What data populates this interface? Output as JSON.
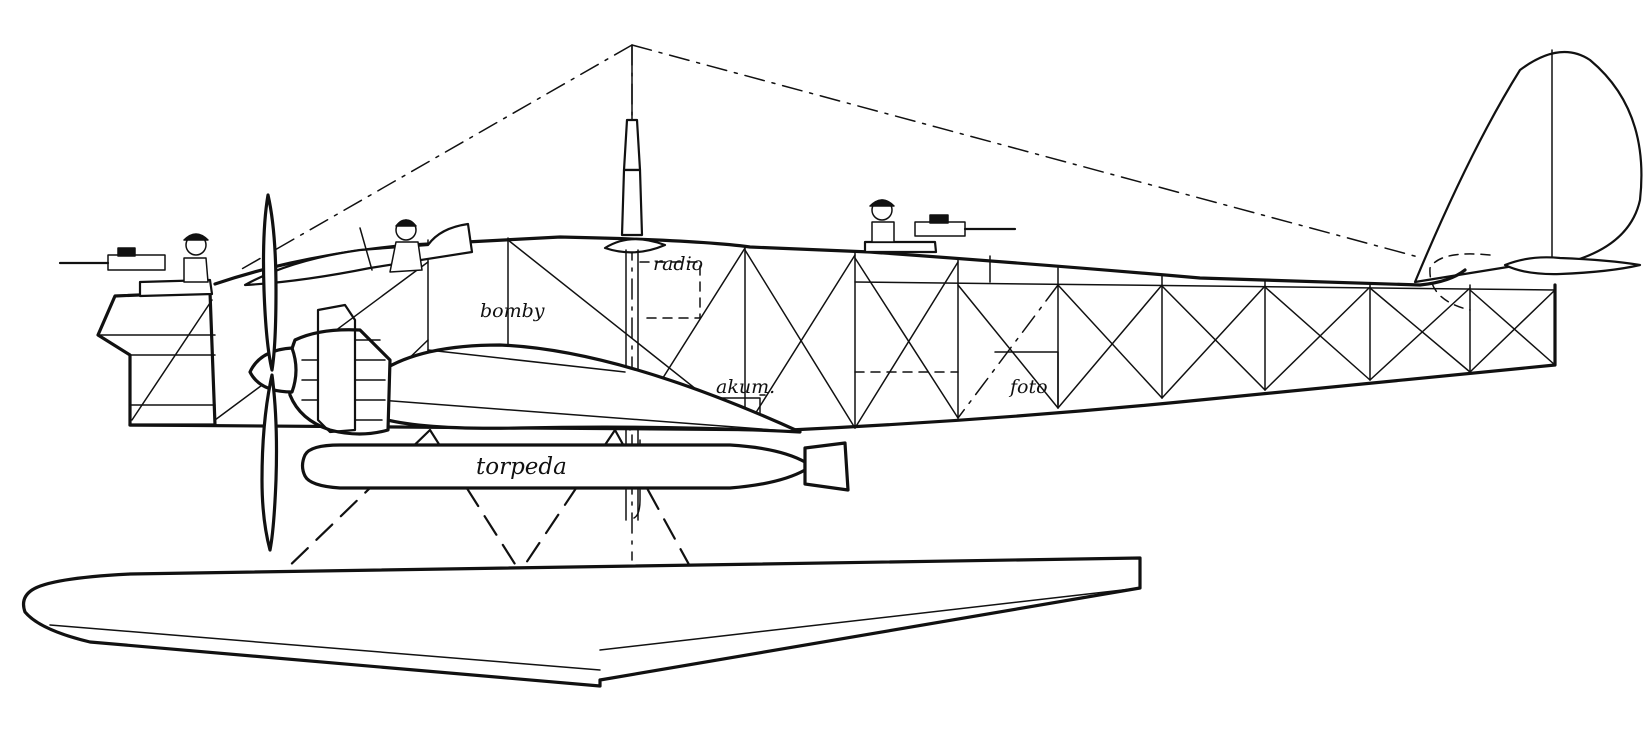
{
  "labels": {
    "bombs": "bomby",
    "radio": "radio",
    "battery": "akum.",
    "camera": "foto",
    "torpedo": "torpeda"
  }
}
